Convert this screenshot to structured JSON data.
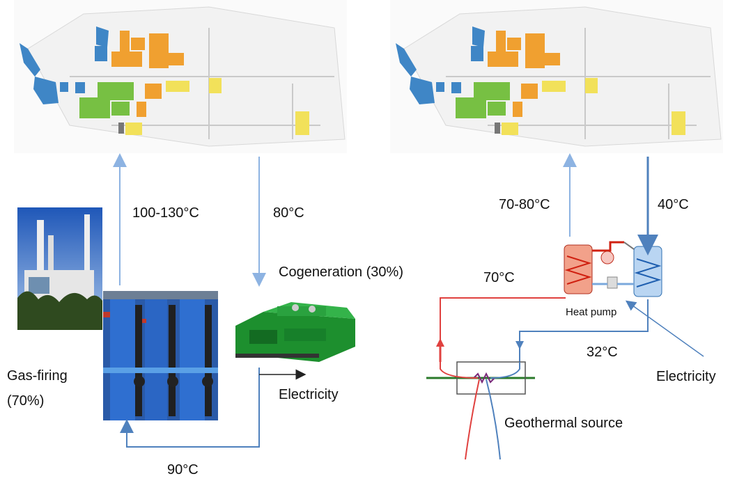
{
  "left_diagram": {
    "labels": {
      "supply_temp": "100-130°C",
      "return_temp": "80°C",
      "loop_temp": "90°C",
      "cogeneration": "Cogeneration (30%)",
      "gas_firing_line1": "Gas-firing",
      "gas_firing_line2": "(70%)",
      "electricity": "Electricity"
    }
  },
  "right_diagram": {
    "labels": {
      "supply_temp": "70-80°C",
      "return_temp": "40°C",
      "source_hot": "70°C",
      "source_cold": "32°C",
      "heat_pump": "Heat pump",
      "electricity": "Electricity",
      "geothermal": "Geothermal source"
    }
  },
  "colors": {
    "pipe_blue": "#4f81bd",
    "pipe_light_blue": "#8db3e2",
    "pipe_red": "#e0413f",
    "heat_blue": "#3f86c6",
    "heat_orange": "#f0a030",
    "heat_green": "#77c043",
    "heat_yellow": "#f2e15a"
  }
}
